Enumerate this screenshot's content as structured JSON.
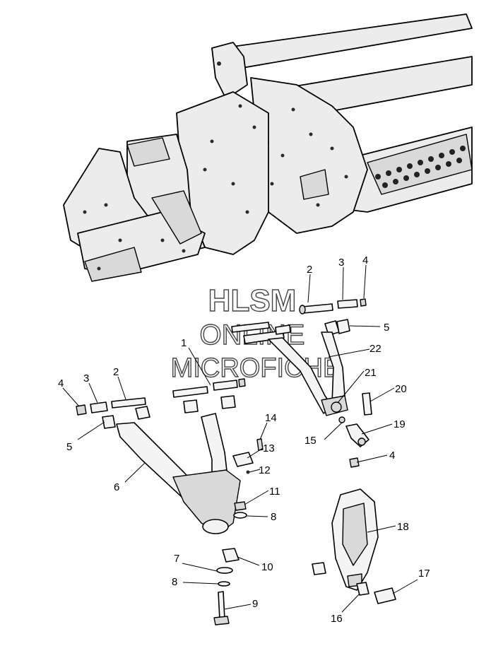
{
  "watermark": {
    "line1": "HLSM",
    "line2": "ONLINE",
    "line3": "MICROFICHE"
  },
  "callouts": {
    "c1": "1",
    "c2a": "2",
    "c3a": "3",
    "c4a": "4",
    "c5a": "5",
    "c2b": "2",
    "c3b": "3",
    "c4b": "4",
    "c5b": "5",
    "c6": "6",
    "c7": "7",
    "c8a": "8",
    "c8b": "8",
    "c9": "9",
    "c10": "10",
    "c11": "11",
    "c12": "12",
    "c13": "13",
    "c14": "14",
    "c15": "15",
    "c16": "16",
    "c17": "17",
    "c18": "18",
    "c19": "19",
    "c20": "20",
    "c21": "21",
    "c22": "22",
    "c4c": "4"
  }
}
